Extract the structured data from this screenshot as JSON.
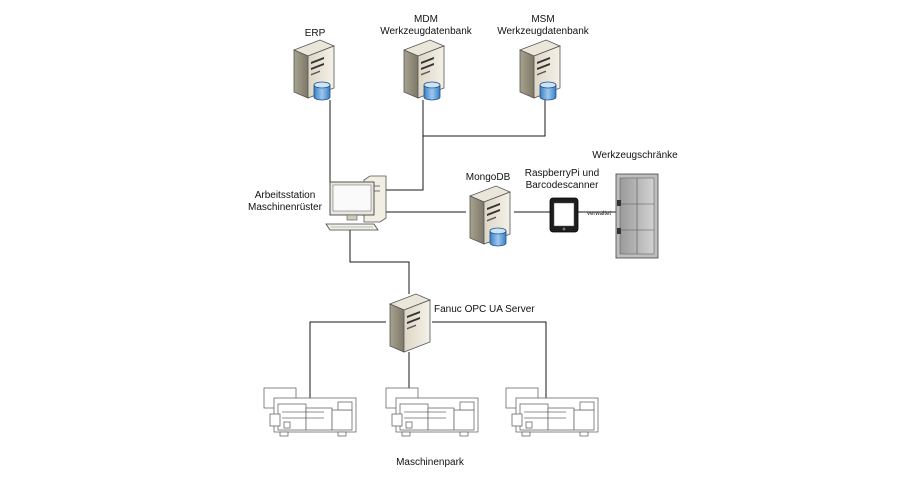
{
  "nodes": {
    "erp": {
      "label_lines": [
        "ERP"
      ]
    },
    "mdm": {
      "label_lines": [
        "MDM",
        "Werkzeugdatenbank"
      ]
    },
    "msm": {
      "label_lines": [
        "MSM",
        "Werkzeugdatenbank"
      ]
    },
    "workstation": {
      "label_lines": [
        "Arbeitsstation",
        "Maschinenrüster"
      ]
    },
    "mongodb": {
      "label_lines": [
        "MongoDB"
      ]
    },
    "raspberry": {
      "label_lines": [
        "RaspberryPi und",
        "Barcodescanner"
      ]
    },
    "cabinets": {
      "label_lines": [
        "Werkzeugschränke"
      ]
    },
    "opc_server": {
      "label_lines": [
        "Fanuc OPC UA Server"
      ]
    },
    "machine_park": {
      "label_lines": [
        "Maschinenpark"
      ]
    }
  },
  "edge_labels": {
    "raspberry_to_cabinets": "verwaltet"
  }
}
